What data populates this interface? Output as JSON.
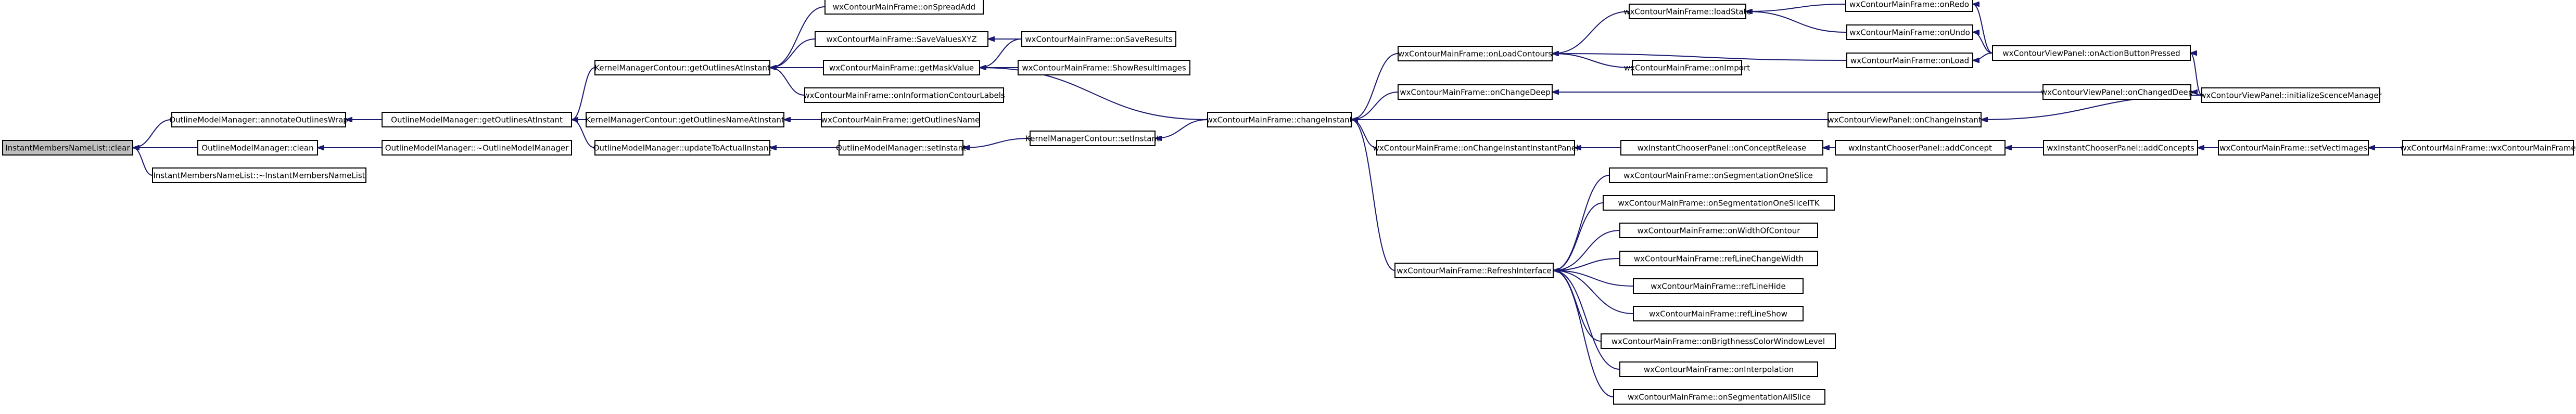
{
  "graph": {
    "colors": {
      "edge": "#191970",
      "root_fill": "#bfbfbf",
      "node_fill": "#ffffff",
      "border": "#000000"
    },
    "nodes": [
      {
        "id": "n0",
        "label": "InstantMembersNameList::clear"
      },
      {
        "id": "n1",
        "label": "OutlineModelManager::annotateOutlinesWrap"
      },
      {
        "id": "n2",
        "label": "OutlineModelManager::clean"
      },
      {
        "id": "n3",
        "label": "InstantMembersNameList::~InstantMembersNameList"
      },
      {
        "id": "n4",
        "label": "OutlineModelManager::getOutlinesAtInstant"
      },
      {
        "id": "n5",
        "label": "OutlineModelManager::~OutlineModelManager"
      },
      {
        "id": "n6",
        "label": "KernelManagerContour::getOutlinesAtInstant"
      },
      {
        "id": "n7",
        "label": "KernelManagerContour::getOutlinesNameAtInstant"
      },
      {
        "id": "n8",
        "label": "OutlineModelManager::updateToActualInstant"
      },
      {
        "id": "n9",
        "label": "wxContourMainFrame::onSpreadAdd"
      },
      {
        "id": "n10",
        "label": "wxContourMainFrame::SaveValuesXYZ"
      },
      {
        "id": "n11",
        "label": "wxContourMainFrame::getMaskValue"
      },
      {
        "id": "n12",
        "label": "wxContourMainFrame::onInformationContourLabels"
      },
      {
        "id": "n13",
        "label": "wxContourMainFrame::getOutlinesName"
      },
      {
        "id": "n14",
        "label": "OutlineModelManager::setInstant"
      },
      {
        "id": "n15",
        "label": "wxContourMainFrame::onSaveResults"
      },
      {
        "id": "n16",
        "label": "wxContourMainFrame::ShowResultImages"
      },
      {
        "id": "n17",
        "label": "KernelManagerContour::setInstant"
      },
      {
        "id": "n18",
        "label": "wxContourMainFrame::changeInstant"
      },
      {
        "id": "n19",
        "label": "wxContourMainFrame::onLoadContours"
      },
      {
        "id": "n20",
        "label": "wxContourMainFrame::onChangeDeep"
      },
      {
        "id": "n21",
        "label": "wxContourMainFrame::onChangeInstantInstantPanel"
      },
      {
        "id": "n22",
        "label": "wxContourMainFrame::RefreshInterface"
      },
      {
        "id": "n23",
        "label": "wxContourMainFrame::loadState"
      },
      {
        "id": "n24",
        "label": "wxContourMainFrame::onImport"
      },
      {
        "id": "n25",
        "label": "wxContourMainFrame::onLoad"
      },
      {
        "id": "n26",
        "label": "wxContourMainFrame::onRedo"
      },
      {
        "id": "n27",
        "label": "wxContourMainFrame::onUndo"
      },
      {
        "id": "n28",
        "label": "wxContourViewPanel::onActionButtonPressed"
      },
      {
        "id": "n29",
        "label": "wxContourViewPanel::initializeScenceManager"
      },
      {
        "id": "n30",
        "label": "wxContourViewPanel::onChangedDeep"
      },
      {
        "id": "n31",
        "label": "wxContourViewPanel::onChangeInstant"
      },
      {
        "id": "n32",
        "label": "wxInstantChooserPanel::onConceptRelease"
      },
      {
        "id": "n33",
        "label": "wxInstantChooserPanel::addConcept"
      },
      {
        "id": "n34",
        "label": "wxInstantChooserPanel::addConcepts"
      },
      {
        "id": "n35",
        "label": "wxContourMainFrame::setVectImages"
      },
      {
        "id": "n36",
        "label": "wxContourMainFrame::wxContourMainFrame"
      },
      {
        "id": "n37",
        "label": "wxContourMainFrame::onSegmentationOneSlice"
      },
      {
        "id": "n38",
        "label": "wxContourMainFrame::onSegmentationOneSliceITK"
      },
      {
        "id": "n39",
        "label": "wxContourMainFrame::onWidthOfContour"
      },
      {
        "id": "n40",
        "label": "wxContourMainFrame::refLineChangeWidth"
      },
      {
        "id": "n41",
        "label": "wxContourMainFrame::refLineHide"
      },
      {
        "id": "n42",
        "label": "wxContourMainFrame::refLineShow"
      },
      {
        "id": "n43",
        "label": "wxContourMainFrame::onBrigthnessColorWindowLevel"
      },
      {
        "id": "n44",
        "label": "wxContourMainFrame::onInterpolation"
      },
      {
        "id": "n45",
        "label": "wxContourMainFrame::onSegmentationAllSlice"
      }
    ],
    "edges": [
      [
        "n1",
        "n0"
      ],
      [
        "n2",
        "n0"
      ],
      [
        "n3",
        "n0"
      ],
      [
        "n4",
        "n1"
      ],
      [
        "n5",
        "n2"
      ],
      [
        "n6",
        "n4"
      ],
      [
        "n7",
        "n4"
      ],
      [
        "n8",
        "n4"
      ],
      [
        "n9",
        "n6"
      ],
      [
        "n10",
        "n6"
      ],
      [
        "n11",
        "n6"
      ],
      [
        "n12",
        "n6"
      ],
      [
        "n13",
        "n7"
      ],
      [
        "n14",
        "n8"
      ],
      [
        "n15",
        "n10"
      ],
      [
        "n15",
        "n11"
      ],
      [
        "n16",
        "n11"
      ],
      [
        "n17",
        "n14"
      ],
      [
        "n18",
        "n17"
      ],
      [
        "n18",
        "n11"
      ],
      [
        "n19",
        "n18"
      ],
      [
        "n20",
        "n18"
      ],
      [
        "n21",
        "n18"
      ],
      [
        "n22",
        "n18"
      ],
      [
        "n31",
        "n18"
      ],
      [
        "n23",
        "n19"
      ],
      [
        "n24",
        "n19"
      ],
      [
        "n25",
        "n19"
      ],
      [
        "n26",
        "n23"
      ],
      [
        "n27",
        "n23"
      ],
      [
        "n28",
        "n26"
      ],
      [
        "n28",
        "n27"
      ],
      [
        "n28",
        "n25"
      ],
      [
        "n29",
        "n28"
      ],
      [
        "n29",
        "n30"
      ],
      [
        "n29",
        "n31"
      ],
      [
        "n30",
        "n20"
      ],
      [
        "n32",
        "n21"
      ],
      [
        "n33",
        "n32"
      ],
      [
        "n34",
        "n33"
      ],
      [
        "n35",
        "n34"
      ],
      [
        "n36",
        "n35"
      ],
      [
        "n37",
        "n22"
      ],
      [
        "n38",
        "n22"
      ],
      [
        "n39",
        "n22"
      ],
      [
        "n40",
        "n22"
      ],
      [
        "n41",
        "n22"
      ],
      [
        "n42",
        "n22"
      ],
      [
        "n43",
        "n22"
      ],
      [
        "n44",
        "n22"
      ],
      [
        "n45",
        "n22"
      ]
    ]
  }
}
